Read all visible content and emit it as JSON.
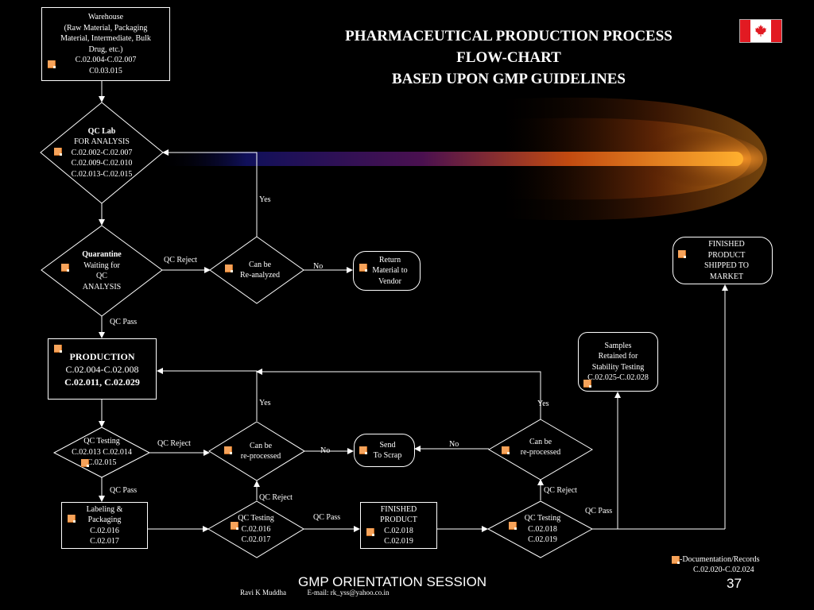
{
  "title": {
    "line1": "PHARMACEUTICAL PRODUCTION PROCESS",
    "line2": "FLOW-CHART",
    "line3": "BASED UPON GMP GUIDELINES"
  },
  "flag": "canada-flag",
  "nodes": {
    "warehouse": {
      "lines": [
        "Warehouse",
        "(Raw Material, Packaging",
        "Material, Intermediate, Bulk",
        "Drug, etc.)",
        "C.02.004-C.02.007",
        "C0.03.015"
      ]
    },
    "qc_lab": {
      "title": "QC Lab",
      "lines": [
        "FOR ANALYSIS",
        "C.02.002-C.02.007",
        "C.02.009-C.02.010",
        "C.02.013-C.02.015"
      ]
    },
    "quarantine": {
      "title": "Quarantine",
      "lines": [
        "Waiting for",
        "QC",
        "ANALYSIS"
      ]
    },
    "can_reanalyzed": {
      "lines": [
        "Can be",
        "Re-analyzed"
      ]
    },
    "return_vendor": {
      "lines": [
        "Return",
        "Material to",
        "Vendor"
      ]
    },
    "finished_shipped": {
      "lines": [
        "FINISHED",
        "PRODUCT",
        "SHIPPED TO",
        "MARKET"
      ]
    },
    "production": {
      "title": "PRODUCTION",
      "line2": "C.02.004-C.02.008",
      "line3": "C.02.011, C.02.029"
    },
    "samples": {
      "lines": [
        "Samples",
        "Retained for",
        "Stability Testing",
        "C.02.025-C.02.028"
      ]
    },
    "qc_testing_1": {
      "lines": [
        "QC Testing",
        "C.02.013 C.02.014",
        "C.02.015"
      ]
    },
    "can_reprocessed_1": {
      "lines": [
        "Can be",
        "re-processed"
      ]
    },
    "send_scrap": {
      "lines": [
        "Send",
        "To Scrap"
      ]
    },
    "can_reprocessed_2": {
      "lines": [
        "Can be",
        "re-processed"
      ]
    },
    "labeling": {
      "lines": [
        "Labeling &",
        "Packaging",
        "C.02.016",
        "C.02.017"
      ]
    },
    "qc_testing_2": {
      "lines": [
        "QC Testing",
        "C.02.016",
        "C.02.017"
      ]
    },
    "finished_product": {
      "lines": [
        "FINISHED",
        "PRODUCT",
        "C.02.018",
        "C.02.019"
      ]
    },
    "qc_testing_3": {
      "lines": [
        "QC Testing",
        "C.02.018",
        "C.02.019"
      ]
    }
  },
  "labels": {
    "yes_1": "Yes",
    "qc_reject_1": "QC Reject",
    "no_1": "No",
    "qc_pass_1": "QC Pass",
    "yes_2": "Yes",
    "yes_3": "Yes",
    "qc_reject_2": "QC Reject",
    "no_2": "No",
    "no_3": "No",
    "qc_pass_2": "QC Pass",
    "qc_reject_3": "QC Reject",
    "qc_reject_4": "QC Reject",
    "qc_pass_3": "QC Pass",
    "qc_pass_4": "QC Pass"
  },
  "legend": {
    "line1": "-Documentation/Records",
    "line2": "C.02.020-C.02.024"
  },
  "footer": {
    "session": "GMP ORIENTATION SESSION",
    "page": "37",
    "author": "Ravi K Muddha",
    "email": "E-mail: rk_yss@yahoo.co.in"
  },
  "colors": {
    "background": "#000000",
    "line": "#ffffff",
    "doc_icon": "#f7a35a",
    "comet_core": "#ffb02e",
    "comet_tail": "#141450",
    "flag_red": "#e21a22"
  }
}
